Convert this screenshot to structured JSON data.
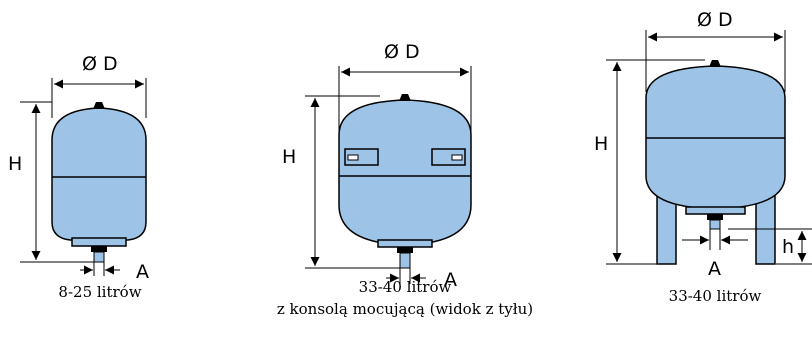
{
  "labels": {
    "diameter": "Ø D",
    "height": "H",
    "connection": "A",
    "leg_height": "h"
  },
  "captions": {
    "small": "8-25 litrów",
    "medium_line1": "33-40 litrów",
    "medium_line2": "z konsolą mocującą (widok z tyłu)",
    "large": "33-40 litrów"
  },
  "colors": {
    "tank_fill": "#9dc3e6",
    "outline": "#000000",
    "dimension_line": "#000000"
  }
}
